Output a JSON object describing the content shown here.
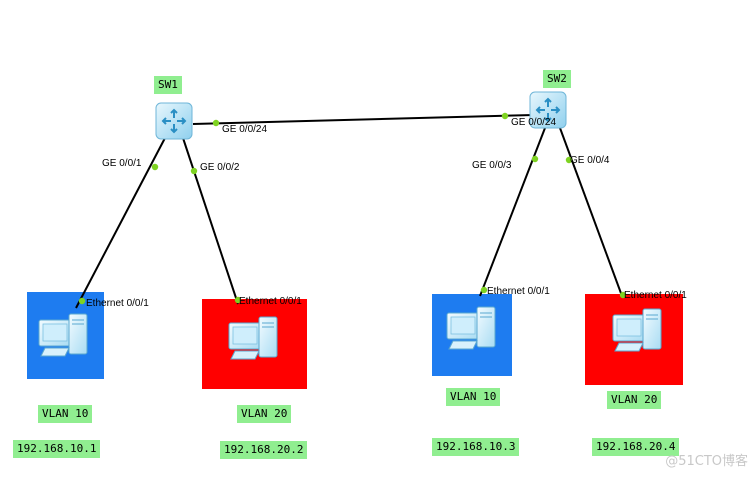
{
  "colors": {
    "vlan10": "#1e7cf0",
    "vlan20": "#ff0000",
    "label_bg": "#90ee90",
    "link": "#000000",
    "port_dot": "#7ed321",
    "switch_body": "#bfe6f7"
  },
  "switches": [
    {
      "id": "sw1",
      "name": "SW1",
      "icon": "switch-icon"
    },
    {
      "id": "sw2",
      "name": "SW2",
      "icon": "switch-icon"
    }
  ],
  "pcs": [
    {
      "id": "pc1",
      "vlan": "VLAN 10",
      "ip": "192.168.10.1",
      "port": "Ethernet 0/0/1",
      "icon": "pc-icon"
    },
    {
      "id": "pc2",
      "vlan": "VLAN 20",
      "ip": "192.168.20.2",
      "port": "Ethernet 0/0/1",
      "icon": "pc-icon"
    },
    {
      "id": "pc3",
      "vlan": "VLAN 10",
      "ip": "192.168.10.3",
      "port": "Ethernet 0/0/1",
      "icon": "pc-icon"
    },
    {
      "id": "pc4",
      "vlan": "VLAN 20",
      "ip": "192.168.20.4",
      "port": "Ethernet 0/0/1",
      "icon": "pc-icon"
    }
  ],
  "links": [
    {
      "id": "trunk",
      "from": "SW1",
      "to": "SW2",
      "from_port": "GE 0/0/24",
      "to_port": "GE 0/0/24"
    },
    {
      "id": "sw1-pc1",
      "from": "SW1",
      "to": "PC1",
      "from_port": "GE 0/0/1"
    },
    {
      "id": "sw1-pc2",
      "from": "SW1",
      "to": "PC2",
      "from_port": "GE 0/0/2"
    },
    {
      "id": "sw2-pc3",
      "from": "SW2",
      "to": "PC3",
      "from_port": "GE 0/0/3"
    },
    {
      "id": "sw2-pc4",
      "from": "SW2",
      "to": "PC4",
      "from_port": "GE 0/0/4"
    }
  ],
  "watermark": "@51CTO博客"
}
